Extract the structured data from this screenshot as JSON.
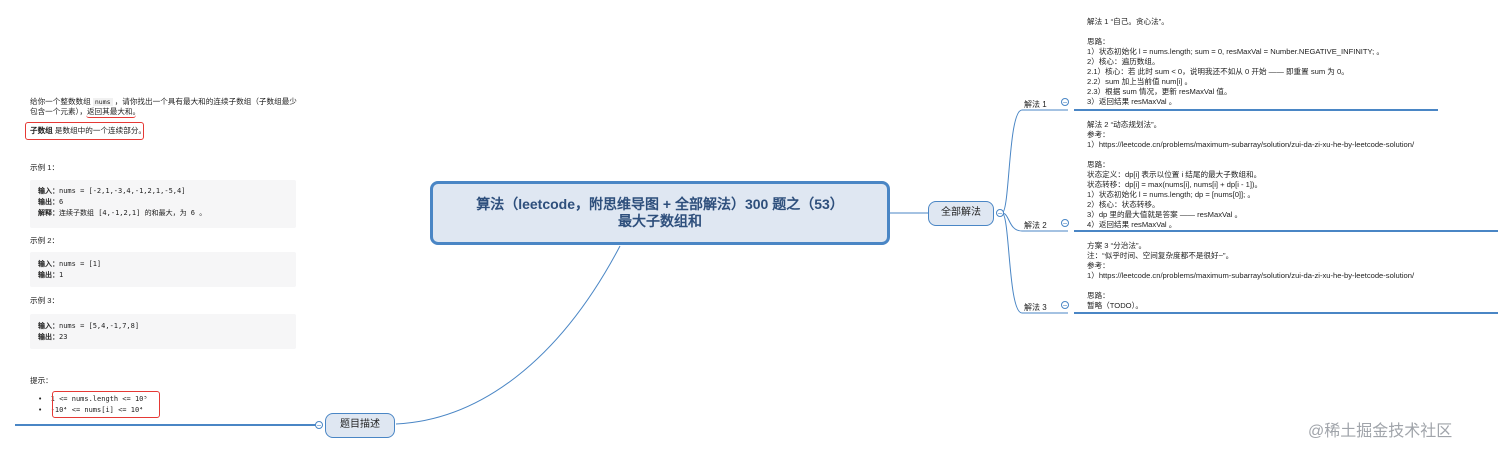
{
  "center": {
    "line1": "算法（leetcode，附思维导图 + 全部解法）300 题之（53）",
    "line2": "最大子数组和"
  },
  "problem_node": {
    "label": "题目描述"
  },
  "solutions_node": {
    "label": "全部解法"
  },
  "problem": {
    "desc_part1": "给你一个整数数组",
    "desc_code": "nums",
    "desc_part2": "，请你找出一个具有最大和的连续子数组（子数组最少",
    "desc_line2a": "包含一个元素），",
    "desc_line2b": "返回其最大和。",
    "subarray_bold": "子数组",
    "subarray_rest": "是数组中的一个连续部分。",
    "example1_title": "示例 1：",
    "example1_lines": [
      {
        "k": "输入：",
        "v": "nums = [-2,1,-3,4,-1,2,1,-5,4]"
      },
      {
        "k": "输出：",
        "v": "6"
      },
      {
        "k": "解释：",
        "v": "连续子数组 [4,-1,2,1] 的和最大，为 6 。"
      }
    ],
    "example2_title": "示例 2：",
    "example2_lines": [
      {
        "k": "输入：",
        "v": "nums = [1]"
      },
      {
        "k": "输出：",
        "v": "1"
      }
    ],
    "example3_title": "示例 3：",
    "example3_lines": [
      {
        "k": "输入：",
        "v": "nums = [5,4,-1,7,8]"
      },
      {
        "k": "输出：",
        "v": "23"
      }
    ],
    "hint_title": "提示：",
    "hints": [
      "1 <= nums.length <= 10⁵",
      "-10⁴ <= nums[i] <= 10⁴"
    ]
  },
  "methods": [
    {
      "label": "解法 1",
      "lines": [
        "解法 1 “自己。贪心法”。",
        "",
        "思路：",
        "1）状态初始化 l = nums.length; sum = 0, resMaxVal = Number.NEGATIVE_INFINITY; 。",
        "2）核心：遍历数组。",
        "2.1）核心：若 此时 sum < 0，说明我还不如从 0 开始 —— 即重置 sum 为 0。",
        "2.2）sum 加上当前值 num[i] 。",
        "2.3）根据 sum 情况，更新 resMaxVal 值。",
        "3）返回结果 resMaxVal 。"
      ]
    },
    {
      "label": "解法 2",
      "lines": [
        "解法 2 “动态规划法”。",
        "参考：",
        "1）https://leetcode.cn/problems/maximum-subarray/solution/zui-da-zi-xu-he-by-leetcode-solution/",
        "",
        "思路：",
        "状态定义：dp[i] 表示以位置 i 结尾的最大子数组和。",
        "状态转移：dp[i] = max(nums[i], nums[i] + dp[i - 1])。",
        "1）状态初始化 l = nums.length; dp = [nums[0]]; 。",
        "2）核心：状态转移。",
        "3）dp 里的最大值就是答案 —— resMaxVal 。",
        "4）返回结果 resMaxVal 。"
      ]
    },
    {
      "label": "解法 3",
      "lines": [
        "方案 3 “分治法”。",
        "注：“似乎时间、空间复杂度都不是很好~”。",
        "参考：",
        "1）https://leetcode.cn/problems/maximum-subarray/solution/zui-da-zi-xu-he-by-leetcode-solution/",
        "",
        "思路：",
        "暂略（TODO）。"
      ]
    }
  ],
  "watermark": "@稀土掘金技术社区",
  "colors": {
    "accent": "#4a86c5",
    "node_fill": "#dfe7f2",
    "highlight": "#e53935"
  }
}
